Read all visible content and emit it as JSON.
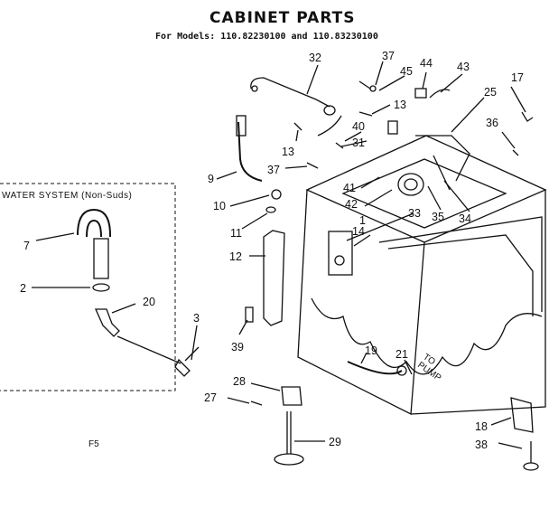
{
  "diagram": {
    "title": "CABINET PARTS",
    "subtitle": "For Models: 110.82230100 and 110.83230100",
    "inset_label": "WATER SYSTEM (Non-Suds)",
    "corner_code": "F5",
    "pump_label_line1": "TO",
    "pump_label_line2": "PUMP"
  },
  "callouts": {
    "n1": "1",
    "n2": "2",
    "n3": "3",
    "n7": "7",
    "n9": "9",
    "n10": "10",
    "n11": "11",
    "n12": "12",
    "n13a": "13",
    "n13b": "13",
    "n14": "14",
    "n17": "17",
    "n18": "18",
    "n19": "19",
    "n20": "20",
    "n21": "21",
    "n25": "25",
    "n27": "27",
    "n28": "28",
    "n29": "29",
    "n31": "31",
    "n32": "32",
    "n33": "33",
    "n34": "34",
    "n35": "35",
    "n36": "36",
    "n37a": "37",
    "n37b": "37",
    "n38": "38",
    "n39": "39",
    "n40": "40",
    "n41": "41",
    "n42": "42",
    "n43": "43",
    "n44": "44",
    "n45": "45"
  }
}
